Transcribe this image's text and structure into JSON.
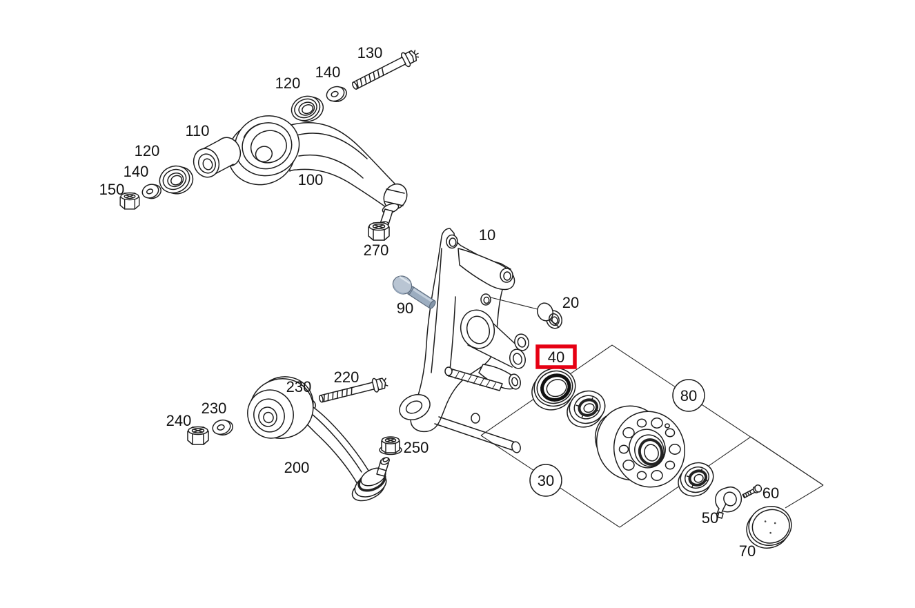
{
  "diagram": {
    "kind": "exploded-parts-diagram",
    "colors": {
      "background": "#ffffff",
      "line": "#1c1c1c",
      "highlight_box": "#e60013",
      "bolt_steel_light": "#bcc8d6",
      "bolt_steel_mid": "#9cadc0",
      "bolt_steel_dark": "#8496a9"
    },
    "callouts": [
      {
        "part": "130",
        "text": "130",
        "style": "plain"
      },
      {
        "part": "140",
        "text": "140",
        "style": "plain"
      },
      {
        "part": "120",
        "text": "120",
        "style": "plain"
      },
      {
        "part": "110",
        "text": "110",
        "style": "plain"
      },
      {
        "part": "120",
        "text": "120",
        "style": "plain"
      },
      {
        "part": "140",
        "text": "140",
        "style": "plain"
      },
      {
        "part": "150",
        "text": "150",
        "style": "plain"
      },
      {
        "part": "100",
        "text": "100",
        "style": "plain"
      },
      {
        "part": "270",
        "text": "270",
        "style": "plain"
      },
      {
        "part": "10",
        "text": "10",
        "style": "plain"
      },
      {
        "part": "90",
        "text": "90",
        "style": "plain"
      },
      {
        "part": "20",
        "text": "20",
        "style": "plain"
      },
      {
        "part": "40",
        "text": "40",
        "style": "highlighted-red-box"
      },
      {
        "part": "80",
        "text": "80",
        "style": "circled"
      },
      {
        "part": "30",
        "text": "30",
        "style": "circled"
      },
      {
        "part": "50",
        "text": "50",
        "style": "plain"
      },
      {
        "part": "60",
        "text": "60",
        "style": "plain"
      },
      {
        "part": "70",
        "text": "70",
        "style": "plain"
      },
      {
        "part": "240",
        "text": "240",
        "style": "plain"
      },
      {
        "part": "230",
        "text": "230",
        "style": "plain"
      },
      {
        "part": "230",
        "text": "230",
        "style": "plain"
      },
      {
        "part": "220",
        "text": "220",
        "style": "plain"
      },
      {
        "part": "250",
        "text": "250",
        "style": "plain"
      },
      {
        "part": "200",
        "text": "200",
        "style": "plain"
      }
    ]
  }
}
